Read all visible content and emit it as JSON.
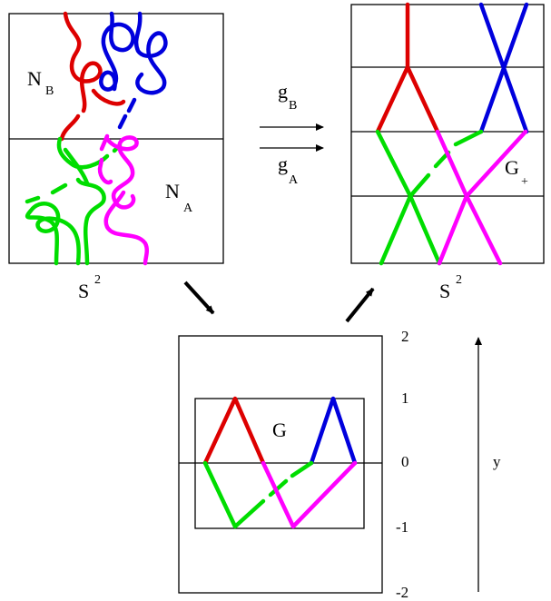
{
  "labels": {
    "nb_main": "N",
    "nb_sub": "B",
    "na_main": "N",
    "na_sub": "A",
    "gb_main": "g",
    "gb_sub": "B",
    "ga_main": "g",
    "ga_sub": "A",
    "gplus_main": "G",
    "gplus_sub": "+",
    "s2_left_main": "S",
    "s2_left_sup": "2",
    "s2_right_main": "S",
    "s2_right_sup": "2",
    "g_label": "G",
    "y_axis": "y"
  },
  "y_ticks": [
    "2",
    "1",
    "0",
    "-1",
    "-2"
  ],
  "colors": {
    "red": "#dd0000",
    "blue": "#0000dd",
    "green": "#00dd00",
    "magenta": "#ff00ff",
    "black": "#000000"
  }
}
